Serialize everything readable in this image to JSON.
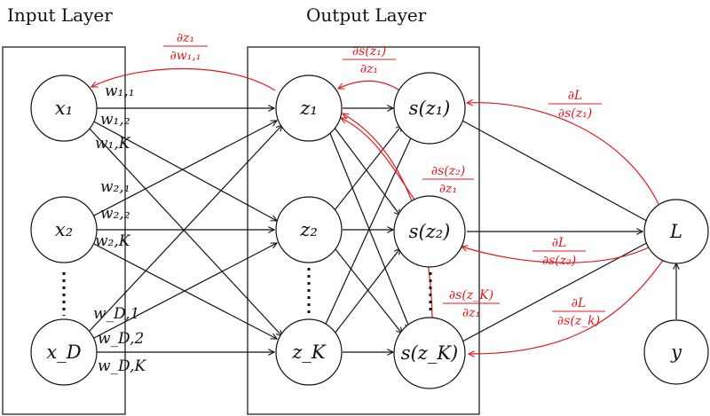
{
  "titles": {
    "input_layer": "Input Layer",
    "output_layer": "Output Layer"
  },
  "nodes": {
    "x1": "x₁",
    "x2": "x₂",
    "xD": "x_D",
    "z1": "z₁",
    "z2": "z₂",
    "zK": "z_K",
    "s1": "s(z₁)",
    "s2": "s(z₂)",
    "sK": "s(z_K)",
    "L": "L",
    "y": "y"
  },
  "weights": {
    "w11": "w₁,₁",
    "w12": "w₁,₂",
    "w1K": "w₁,K",
    "w21": "w₂,₁",
    "w22": "w₂,₂",
    "w2K": "w₂,K",
    "wD1": "w_D,1",
    "wD2": "w_D,2",
    "wDK": "w_D,K"
  },
  "gradients": {
    "dz1_dw11": {
      "num": "∂z₁",
      "den": "∂w₁,₁"
    },
    "ds1_dz1": {
      "num": "∂s(z₁)",
      "den": "∂z₁"
    },
    "ds2_dz1": {
      "num": "∂s(z₂)",
      "den": "∂z₁"
    },
    "dsK_dz1": {
      "num": "∂s(z_K)",
      "den": "∂z₁"
    },
    "dL_ds1": {
      "num": "∂L",
      "den": "∂s(z₁)"
    },
    "dL_ds2": {
      "num": "∂L",
      "den": "∂s(z₂)"
    },
    "dL_dsk": {
      "num": "∂L",
      "den": "∂s(z_k)"
    }
  },
  "colors": {
    "gradient": "#e0181b",
    "ink": "#111111"
  }
}
